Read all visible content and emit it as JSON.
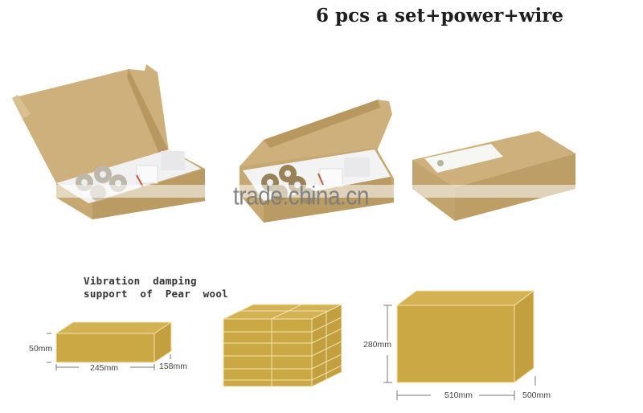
{
  "header": {
    "title": "6 pcs a set+power+wire"
  },
  "photos": [
    {
      "name": "open-box-front",
      "description": "open kraft box with 6 electrode pads, power adapter and wires"
    },
    {
      "name": "open-box-angle",
      "description": "open kraft box angled view with contents"
    },
    {
      "name": "closed-box",
      "description": "closed kraft box with white label"
    }
  ],
  "watermark": "trade.china.cn",
  "diagrams": {
    "note": "Vibration  damping\nsupport  of  Pear  wool",
    "single_box": {
      "height": "50mm",
      "length": "245mm",
      "depth": "158mm"
    },
    "carton": {
      "height": "280mm",
      "length": "510mm",
      "depth": "500mm"
    }
  },
  "colors": {
    "box_fill": "#cba844",
    "box_edge": "#f2e3b0",
    "kraft": "#c9ad78",
    "background": "#ffffff"
  }
}
